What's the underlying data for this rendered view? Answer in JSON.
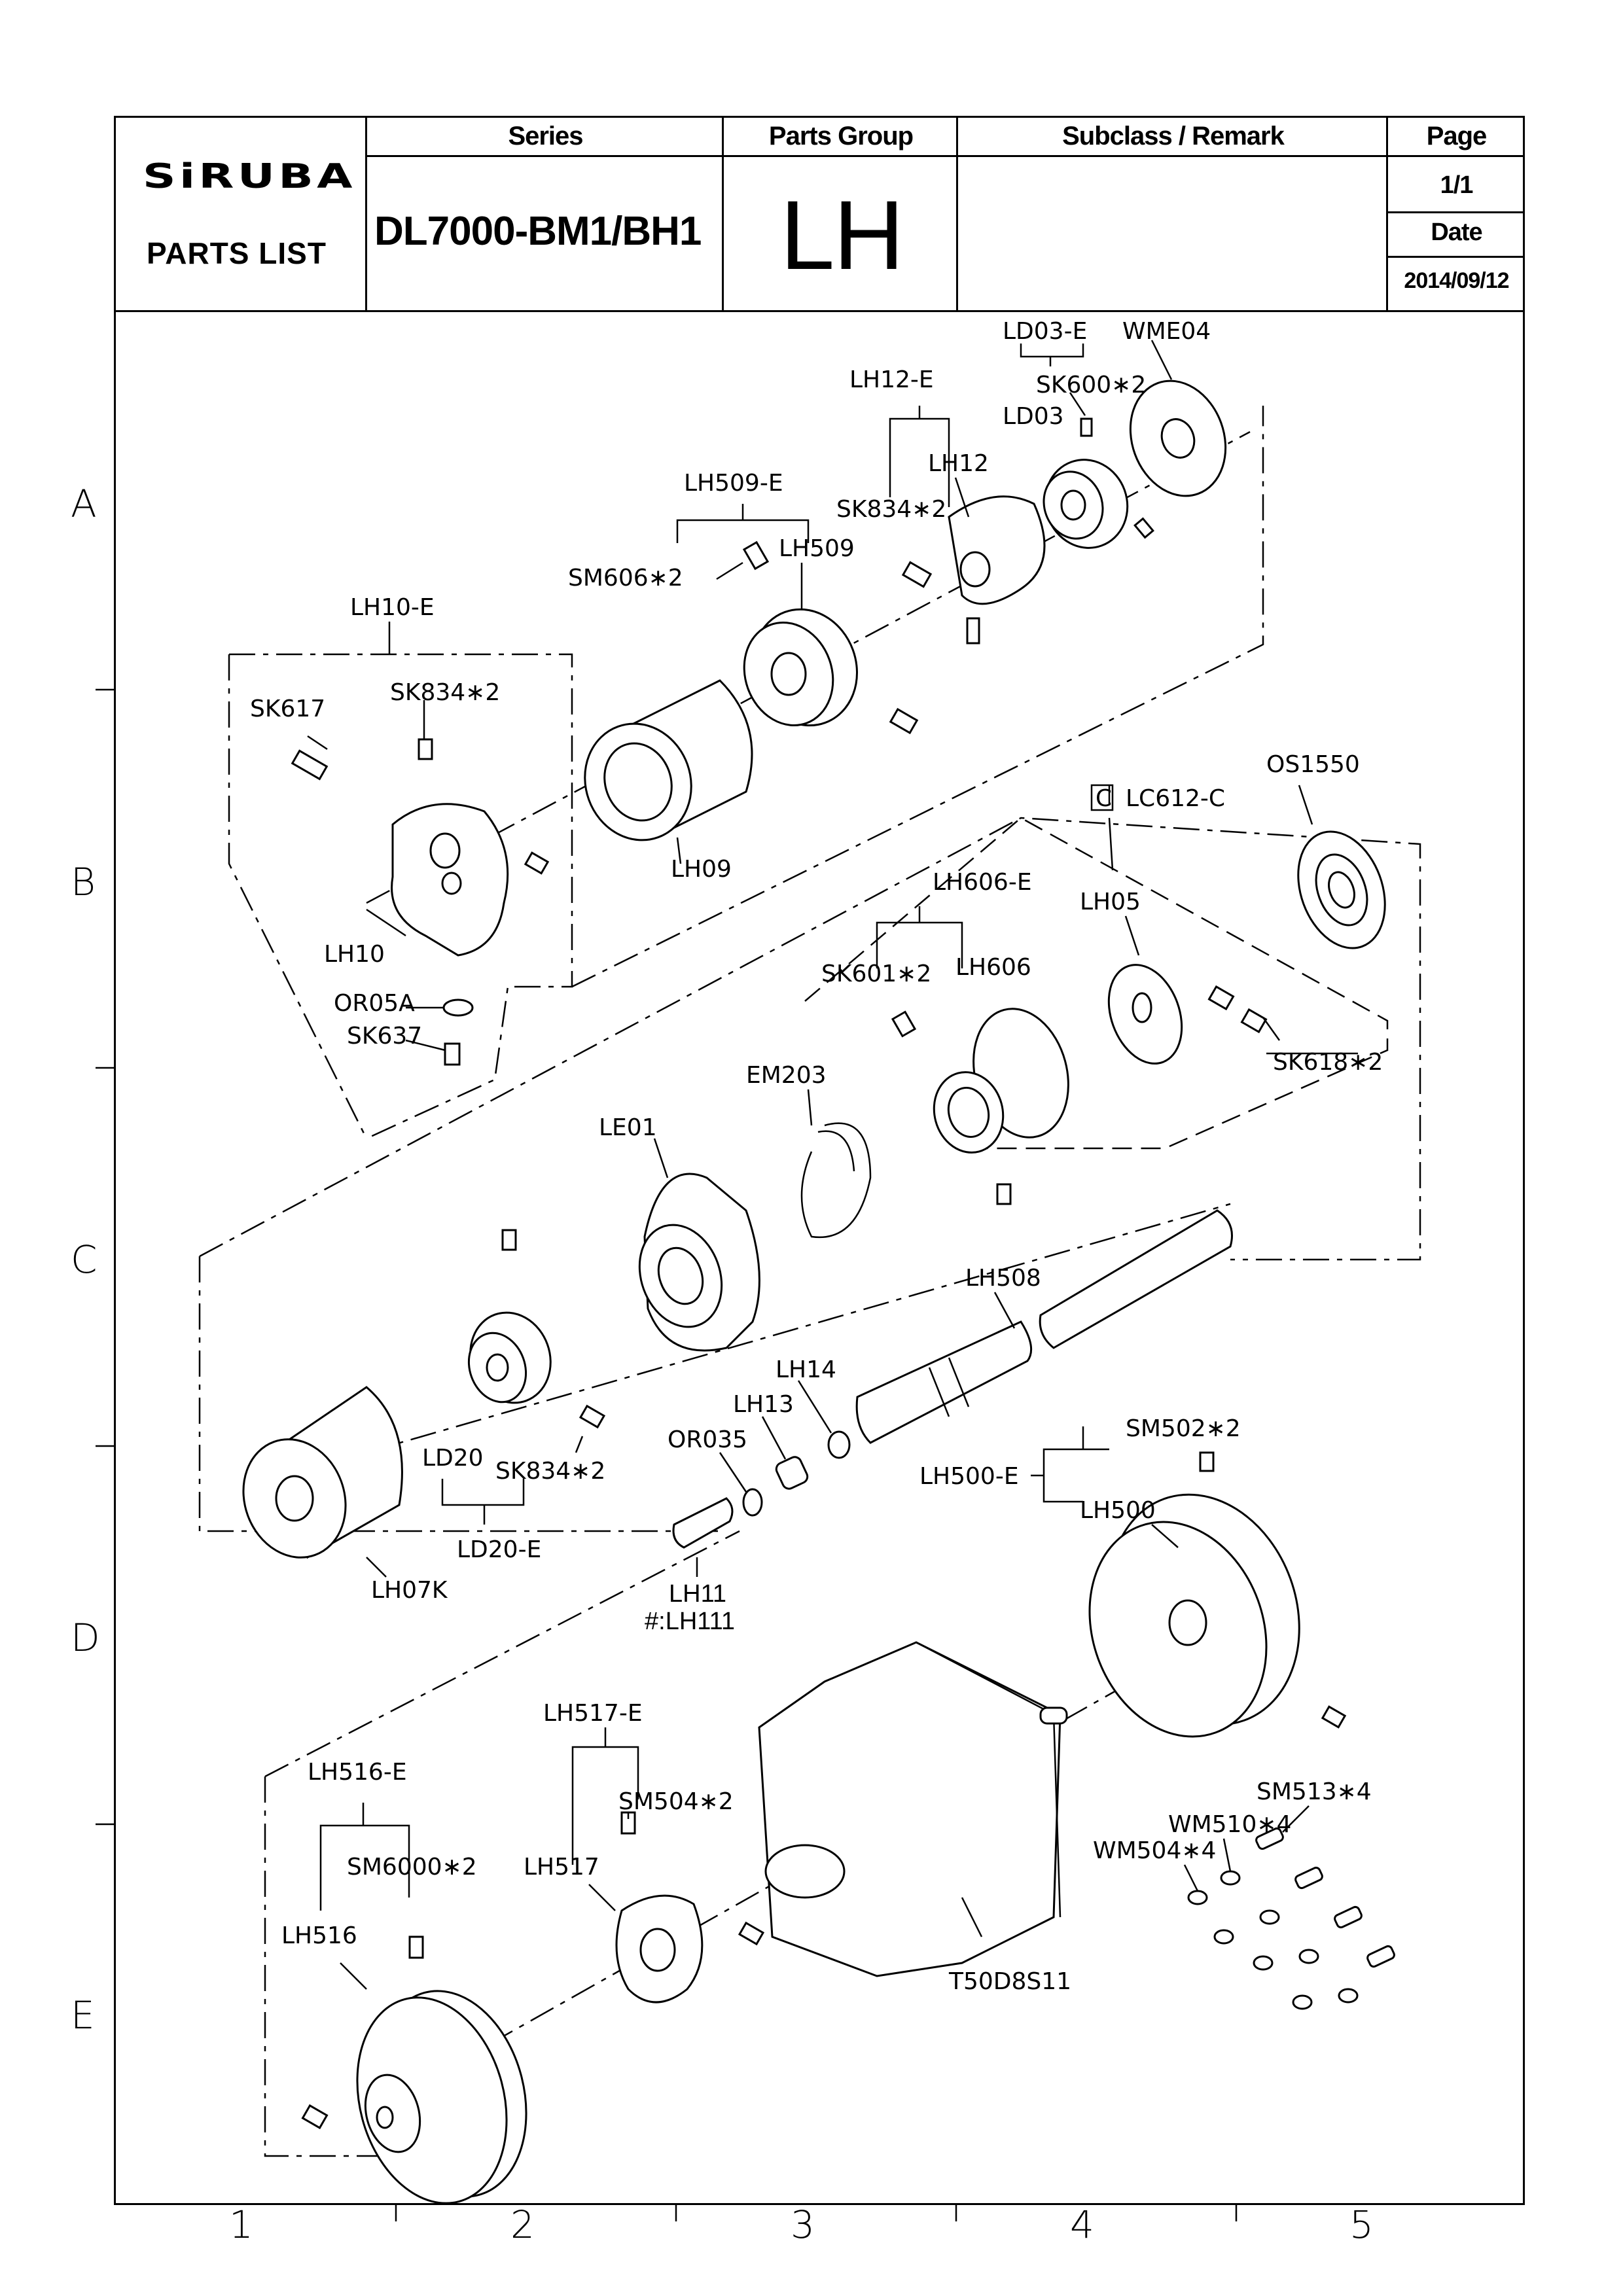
{
  "header": {
    "brand": "SiRUBA",
    "doc_type": "PARTS  LIST",
    "columns": {
      "series": "Series",
      "parts_group": "Parts Group",
      "subclass": "Subclass / Remark",
      "page": "Page",
      "date": "Date"
    },
    "series_value": "DL7000-BM1/BH1",
    "parts_group_value": "LH",
    "subclass_value": "",
    "page_value": "1/1",
    "date_value": "2014/09/12"
  },
  "grid": {
    "rows": [
      "A",
      "B",
      "C",
      "D",
      "E"
    ],
    "cols": [
      "1",
      "2",
      "3",
      "4",
      "5"
    ]
  },
  "callouts": {
    "LD03E": "LD03-E",
    "WME04": "WME04",
    "SK600": "SK600∗2",
    "LD03": "LD03",
    "LH12E": "LH12-E",
    "LH12": "LH12",
    "SK834a": "SK834∗2",
    "LH509E": "LH509-E",
    "SM606": "SM606∗2",
    "LH509": "LH509",
    "LH10E": "LH10-E",
    "SK617": "SK617",
    "SK834b": "SK834∗2",
    "LH09": "LH09",
    "LH10": "LH10",
    "OR05A": "OR05A",
    "SK637": "SK637",
    "OS1550": "OS1550",
    "LC612Cbox": "C",
    "LC612C": "LC612-C",
    "LH606E": "LH606-E",
    "LH05": "LH05",
    "SK601": "SK601∗2",
    "LH606": "LH606",
    "SK618": "SK618∗2",
    "EM203": "EM203",
    "LE01": "LE01",
    "LH508": "LH508",
    "LH14": "LH14",
    "LH13": "LH13",
    "OR035": "OR035",
    "LD20": "LD20",
    "SK834c": "SK834∗2",
    "LD20E": "LD20-E",
    "LH07K": "LH07K",
    "LH11": "LH11",
    "LH111": "#:LH111",
    "SM502": "SM502∗2",
    "LH500E": "LH500-E",
    "LH500": "LH500",
    "LH517E": "LH517-E",
    "LH516E": "LH516-E",
    "SM504": "SM504∗2",
    "SM6000": "SM6000∗2",
    "LH517": "LH517",
    "LH516": "LH516",
    "SM513": "SM513∗4",
    "WM510": "WM510∗4",
    "WM504": "WM504∗4",
    "T50D8S11": "T50D8S11"
  }
}
